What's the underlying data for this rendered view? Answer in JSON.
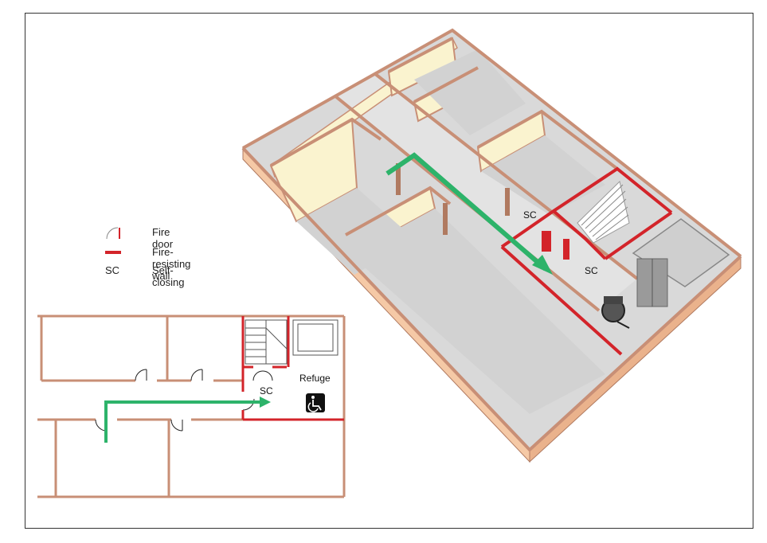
{
  "legend": {
    "items": [
      {
        "key": "fire-door",
        "label": "Fire door"
      },
      {
        "key": "fire-wall",
        "label": "Fire-resisting wall"
      },
      {
        "key": "sc",
        "symbol": "SC",
        "label": "Self-closing"
      }
    ]
  },
  "plan": {
    "sc_label": "SC",
    "refuge_label": "Refuge",
    "wheelchair_icon": "wheelchair-icon"
  },
  "iso": {
    "sc_label_1": "SC",
    "sc_label_2": "SC"
  },
  "colors": {
    "wall_brown": "#c88f76",
    "fire_red": "#d3242a",
    "route_green": "#2db36a",
    "floor_grey": "#d7d7d7",
    "wall_cream": "#faf3cf",
    "slab_side": "#f5c9a6"
  }
}
